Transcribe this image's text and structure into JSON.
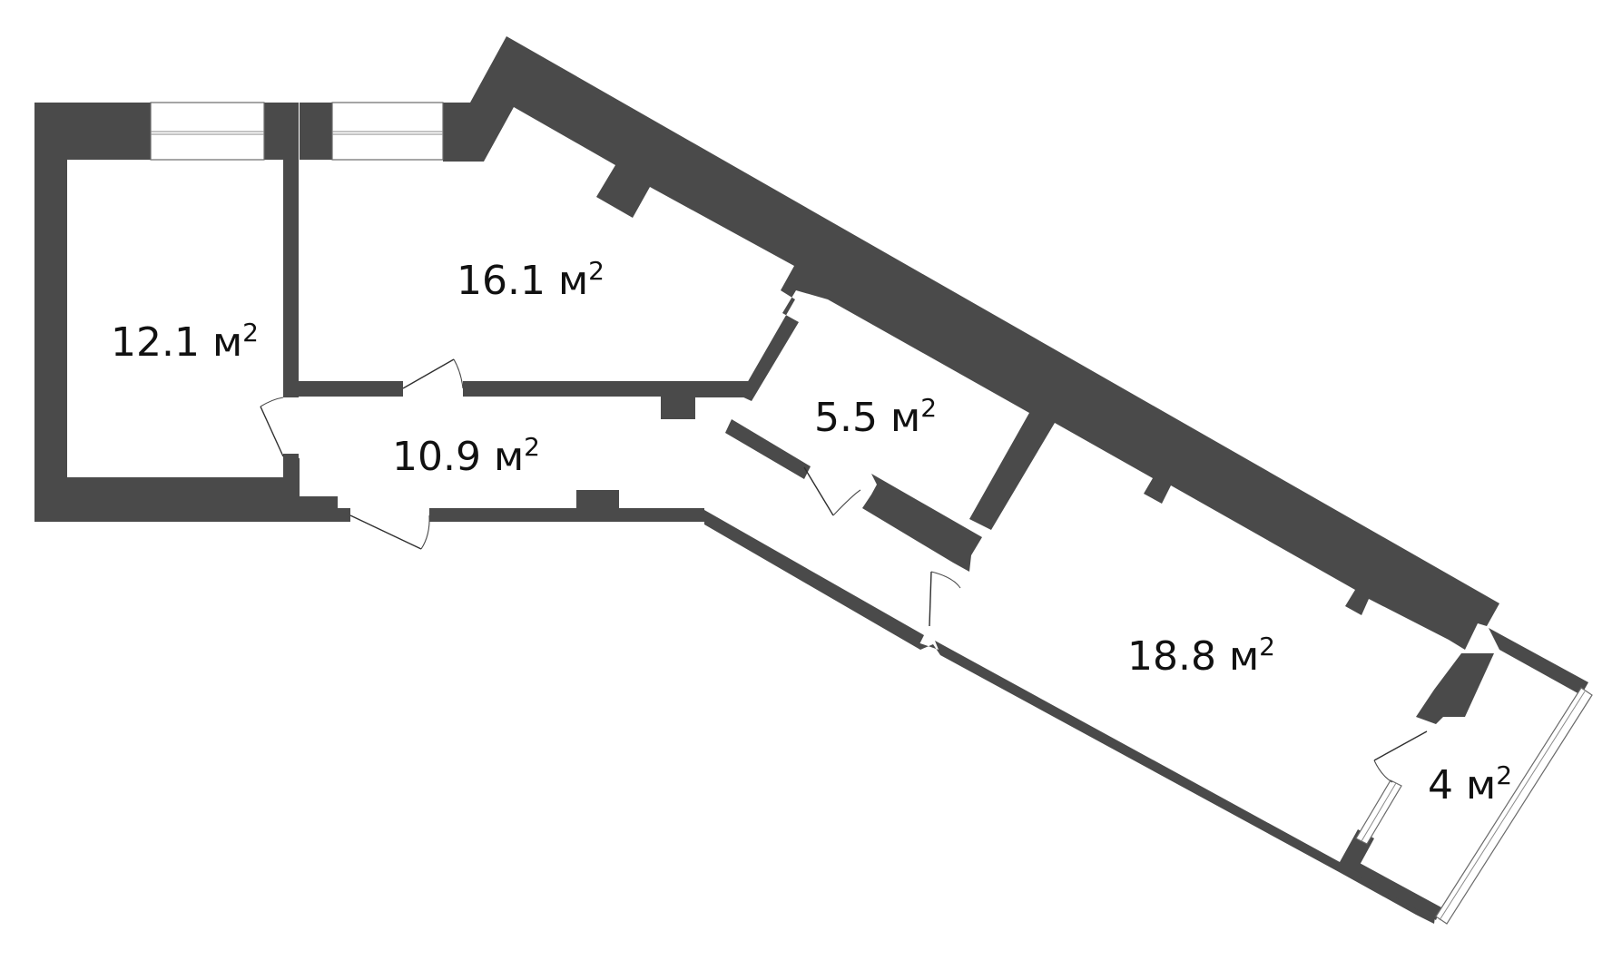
{
  "plan": {
    "unit": "м",
    "rooms": [
      {
        "id": "room-a",
        "area": "12.1",
        "unit": "м",
        "sup": "2"
      },
      {
        "id": "room-b",
        "area": "16.1",
        "unit": "м",
        "sup": "2"
      },
      {
        "id": "hall",
        "area": "10.9",
        "unit": "м",
        "sup": "2"
      },
      {
        "id": "room-c",
        "area": "5.5",
        "unit": "м",
        "sup": "2"
      },
      {
        "id": "room-d",
        "area": "18.8",
        "unit": "м",
        "sup": "2"
      },
      {
        "id": "balcony",
        "area": "4",
        "unit": "м",
        "sup": "2"
      }
    ],
    "colors": {
      "wall": "#4a4a4a",
      "background": "#ffffff",
      "label": "#111111"
    }
  }
}
